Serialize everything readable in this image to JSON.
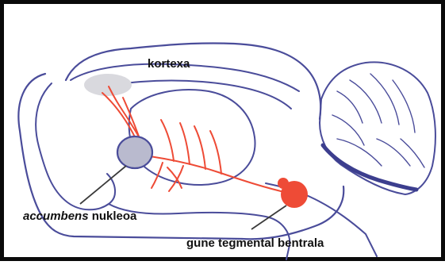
{
  "labels": {
    "cortex": "kortexa",
    "accumbens_italic": "accumbens",
    "accumbens_rest": " nukleoa",
    "vta": "gune tegmental bentrala"
  },
  "colors": {
    "frame": "#0a0a0a",
    "outline": "#4a4c9a",
    "pathway": "#ee4b36",
    "cortex_region": "#d9d9de",
    "accumbens_region": "#b9bace",
    "leader_line": "#3a3a3a"
  }
}
